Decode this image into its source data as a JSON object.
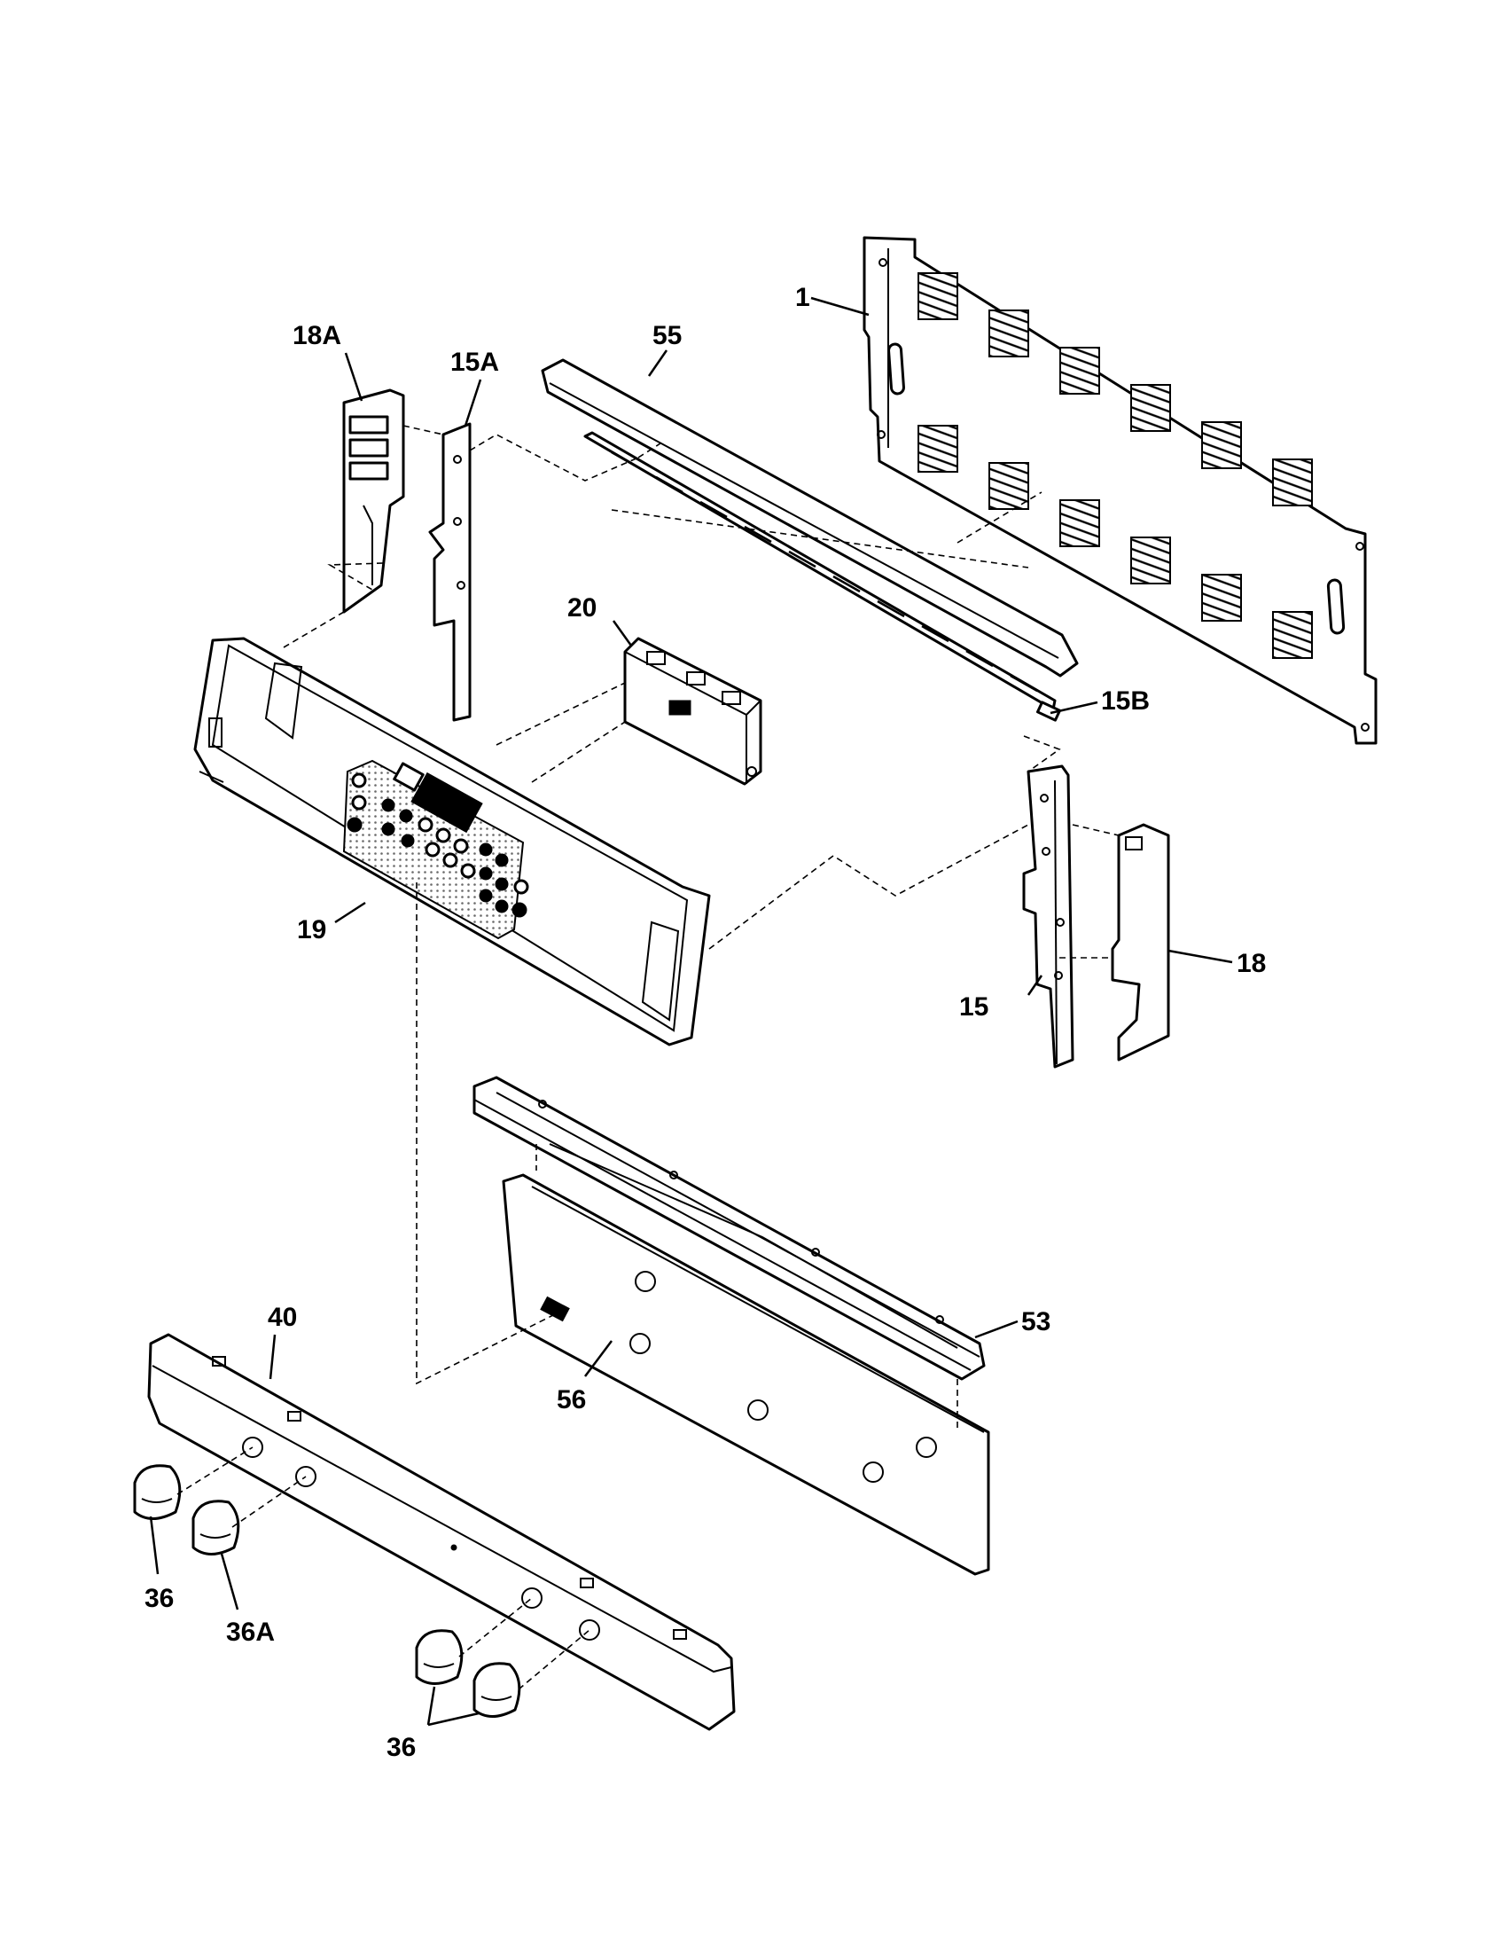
{
  "diagram": {
    "callouts": {
      "p1": "1",
      "p15": "15",
      "p15A": "15A",
      "p15B": "15B",
      "p18": "18",
      "p18A": "18A",
      "p19": "19",
      "p20": "20",
      "p36_left": "36",
      "p36A": "36A",
      "p36_right": "36",
      "p40": "40",
      "p53": "53",
      "p55": "55",
      "p56": "56"
    }
  }
}
